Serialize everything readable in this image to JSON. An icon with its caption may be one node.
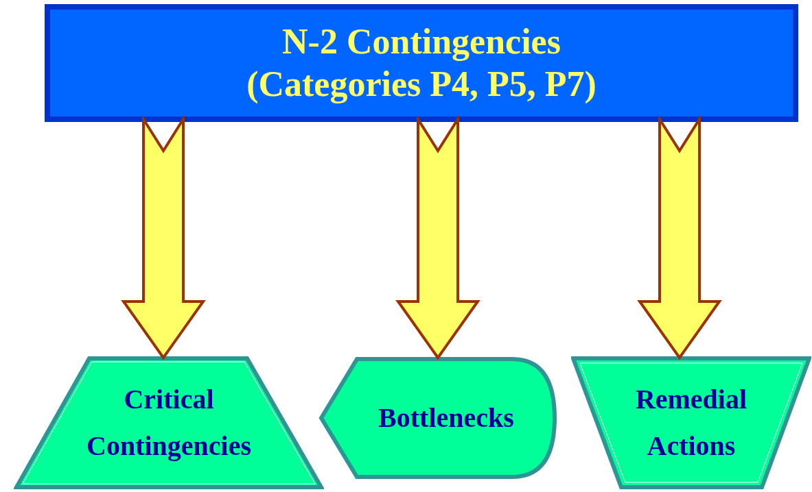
{
  "diagram": {
    "nodes": [
      {
        "text": [
          "N-2 Contingencies (Categories P4, P5, P7)"
        ]
      },
      {
        "text": [
          "Critical Contingencies"
        ]
      },
      {
        "text": [
          "Bottlenecks"
        ]
      },
      {
        "text": [
          "Remedial Actions"
        ]
      }
    ],
    "edges": [
      {
        "from": 0,
        "to": 1,
        "arrow": "to",
        "style": "thick"
      },
      {
        "from": 0,
        "to": 2,
        "arrow": "to",
        "style": "thick"
      },
      {
        "from": 0,
        "to": 3,
        "arrow": "to",
        "style": "thick"
      }
    ]
  }
}
